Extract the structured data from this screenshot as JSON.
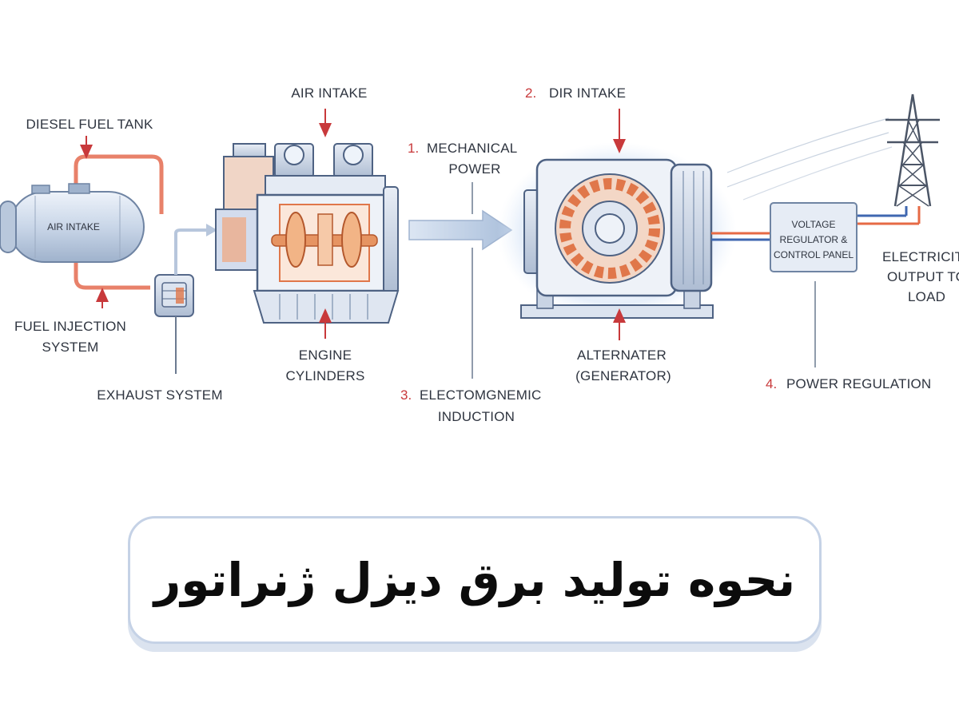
{
  "labels": {
    "diesel_fuel_tank": "DIESEL FUEL TANK",
    "tank_air_intake": "AIR INTAKE",
    "fuel_injection_line1": "FUEL INJECTION",
    "fuel_injection_line2": "SYSTEM",
    "exhaust_system": "EXHAUST SYSTEM",
    "engine_air_intake": "AIR INTAKE",
    "engine_cylinders_line1": "ENGINE",
    "engine_cylinders_line2": "CYLINDERS",
    "mechanical_power_num": "1.",
    "mechanical_power_line1": "MECHANICAL",
    "mechanical_power_line2": "POWER",
    "dir_intake_num": "2.",
    "dir_intake": "DIR INTAKE",
    "induction_num": "3.",
    "induction_line1": "ELECTOMGNEMIC",
    "induction_line2": "INDUCTION",
    "alternator_line1": "ALTERNATER",
    "alternator_line2": "(GENERATOR)",
    "voltage_line1": "VOLTAGE",
    "voltage_line2": "REGULATOR &",
    "voltage_line3": "CONTROL PANEL",
    "regulation_num": "4.",
    "regulation": "POWER REGULATION",
    "output_line1": "ELECTRICIT",
    "output_line2": "OUTPUT TO",
    "output_line3": "LOAD"
  },
  "title": "نحوه تولید برق دیزل ژنراتور",
  "colors": {
    "accent_red": "#c8393b",
    "copper": "#e0774a",
    "steel": "#c9d4e4",
    "outline": "#5b6f8c",
    "title_border": "#c5d2e6"
  },
  "icons": {
    "tank": "fuel-tank-icon",
    "pump": "fuel-pump-icon",
    "engine": "engine-icon",
    "alternator": "alternator-icon",
    "panel": "control-panel-icon",
    "tower": "transmission-tower-icon"
  }
}
